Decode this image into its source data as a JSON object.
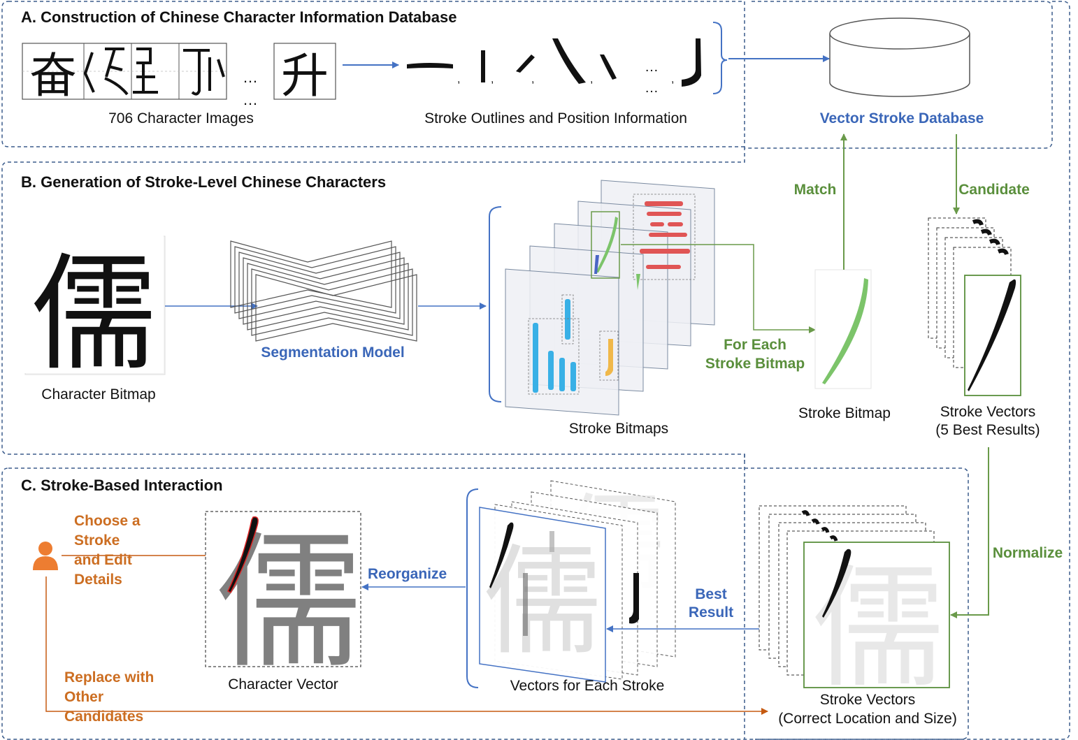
{
  "sections": {
    "a_title": "A. Construction of Chinese Character Information Database",
    "b_title": "B. Generation of Stroke-Level Chinese Characters",
    "c_title": "C. Stroke-Based Interaction"
  },
  "section_a": {
    "char_images_label": "706 Character Images",
    "stroke_outlines_label": "Stroke Outlines and Position Information",
    "database_label": "Vector Stroke Database",
    "sample_chars": [
      "奋",
      "升"
    ],
    "ellipsis": "…"
  },
  "section_b": {
    "char_bitmap_label": "Character Bitmap",
    "char_glyph": "儒",
    "model_label": "Segmentation Model",
    "stroke_bitmaps_label": "Stroke Bitmaps",
    "match_label": "Match",
    "candidate_label": "Candidate",
    "for_each_line1": "For Each",
    "for_each_line2": "Stroke Bitmap",
    "stroke_bitmap_label": "Stroke Bitmap",
    "stroke_vectors_line1": "Stroke Vectors",
    "stroke_vectors_line2": "(5 Best Results)"
  },
  "section_c": {
    "choose_line1": "Choose a",
    "choose_line2": "Stroke",
    "choose_line3": "and Edit",
    "choose_line4": "Details",
    "char_vector_label": "Character Vector",
    "reorganize_label": "Reorganize",
    "vectors_each_label": "Vectors for Each Stroke",
    "best_line1": "Best",
    "best_line2": "Result",
    "normalize_label": "Normalize",
    "replace_line1": "Replace with",
    "replace_line2": "Other",
    "replace_line3": "Candidates",
    "correct_line1": "Stroke Vectors",
    "correct_line2": "(Correct Location and Size)"
  },
  "colors": {
    "blue_arrow": "#4472c4",
    "green_arrow": "#6a9a4a",
    "orange_arrow": "#c55a11",
    "dashed_border": "#3b5c8c",
    "red_highlight": "#e05555"
  }
}
